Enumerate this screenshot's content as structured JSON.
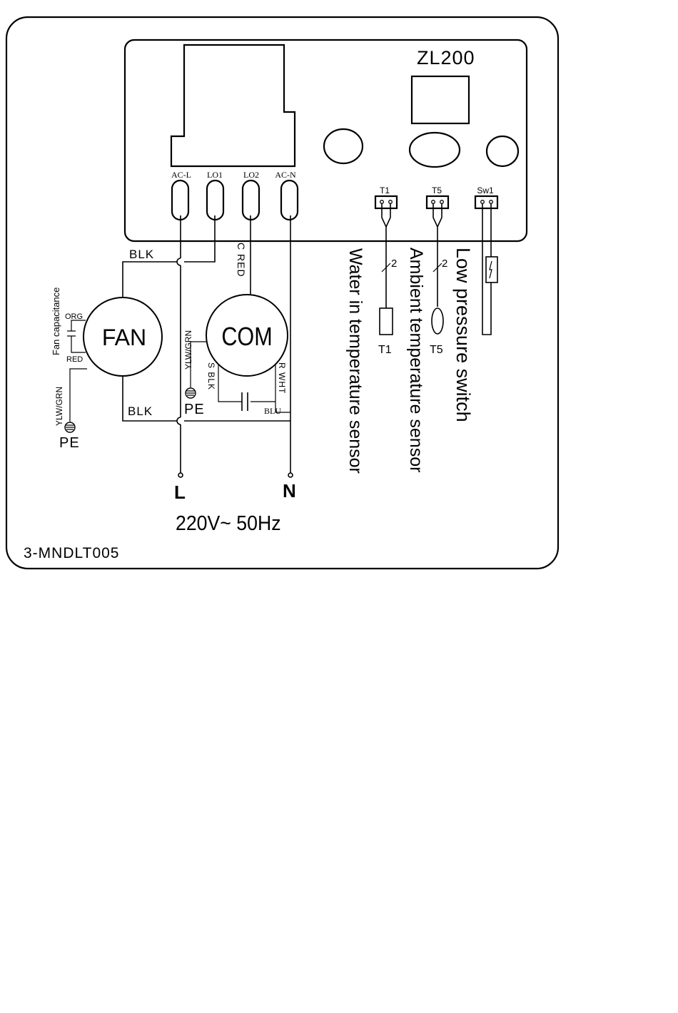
{
  "board": {
    "model": "ZL200",
    "terminals": [
      "AC-L",
      "LO1",
      "LO2",
      "AC-N"
    ],
    "ports": [
      "T1",
      "T5",
      "Sw1"
    ]
  },
  "fan": {
    "label": "FAN",
    "capacitor_label": "Fan capacitance",
    "wire_org": "ORG",
    "wire_red": "RED",
    "ground_wire": "YLW/GRN",
    "ground_label": "PE",
    "wire_top": "BLK",
    "wire_bottom": "BLK"
  },
  "compressor": {
    "label": "COM",
    "wire_c": "C RED",
    "wire_s": "S BLK",
    "wire_r": "R WHT",
    "ground_wire": "YLW/GRN",
    "ground_label": "PE",
    "cap_wire": "BLU"
  },
  "sensors": {
    "t1_count": "2",
    "t5_count": "2",
    "t1_tag": "T1",
    "t5_tag": "T5",
    "water": "Water in temperature sensor",
    "ambient": "Ambient temperature sensor",
    "lowpress": "Low pressure switch"
  },
  "power": {
    "live": "L",
    "neutral": "N",
    "spec": "220V~ 50Hz"
  },
  "code": "3-MNDLT005"
}
